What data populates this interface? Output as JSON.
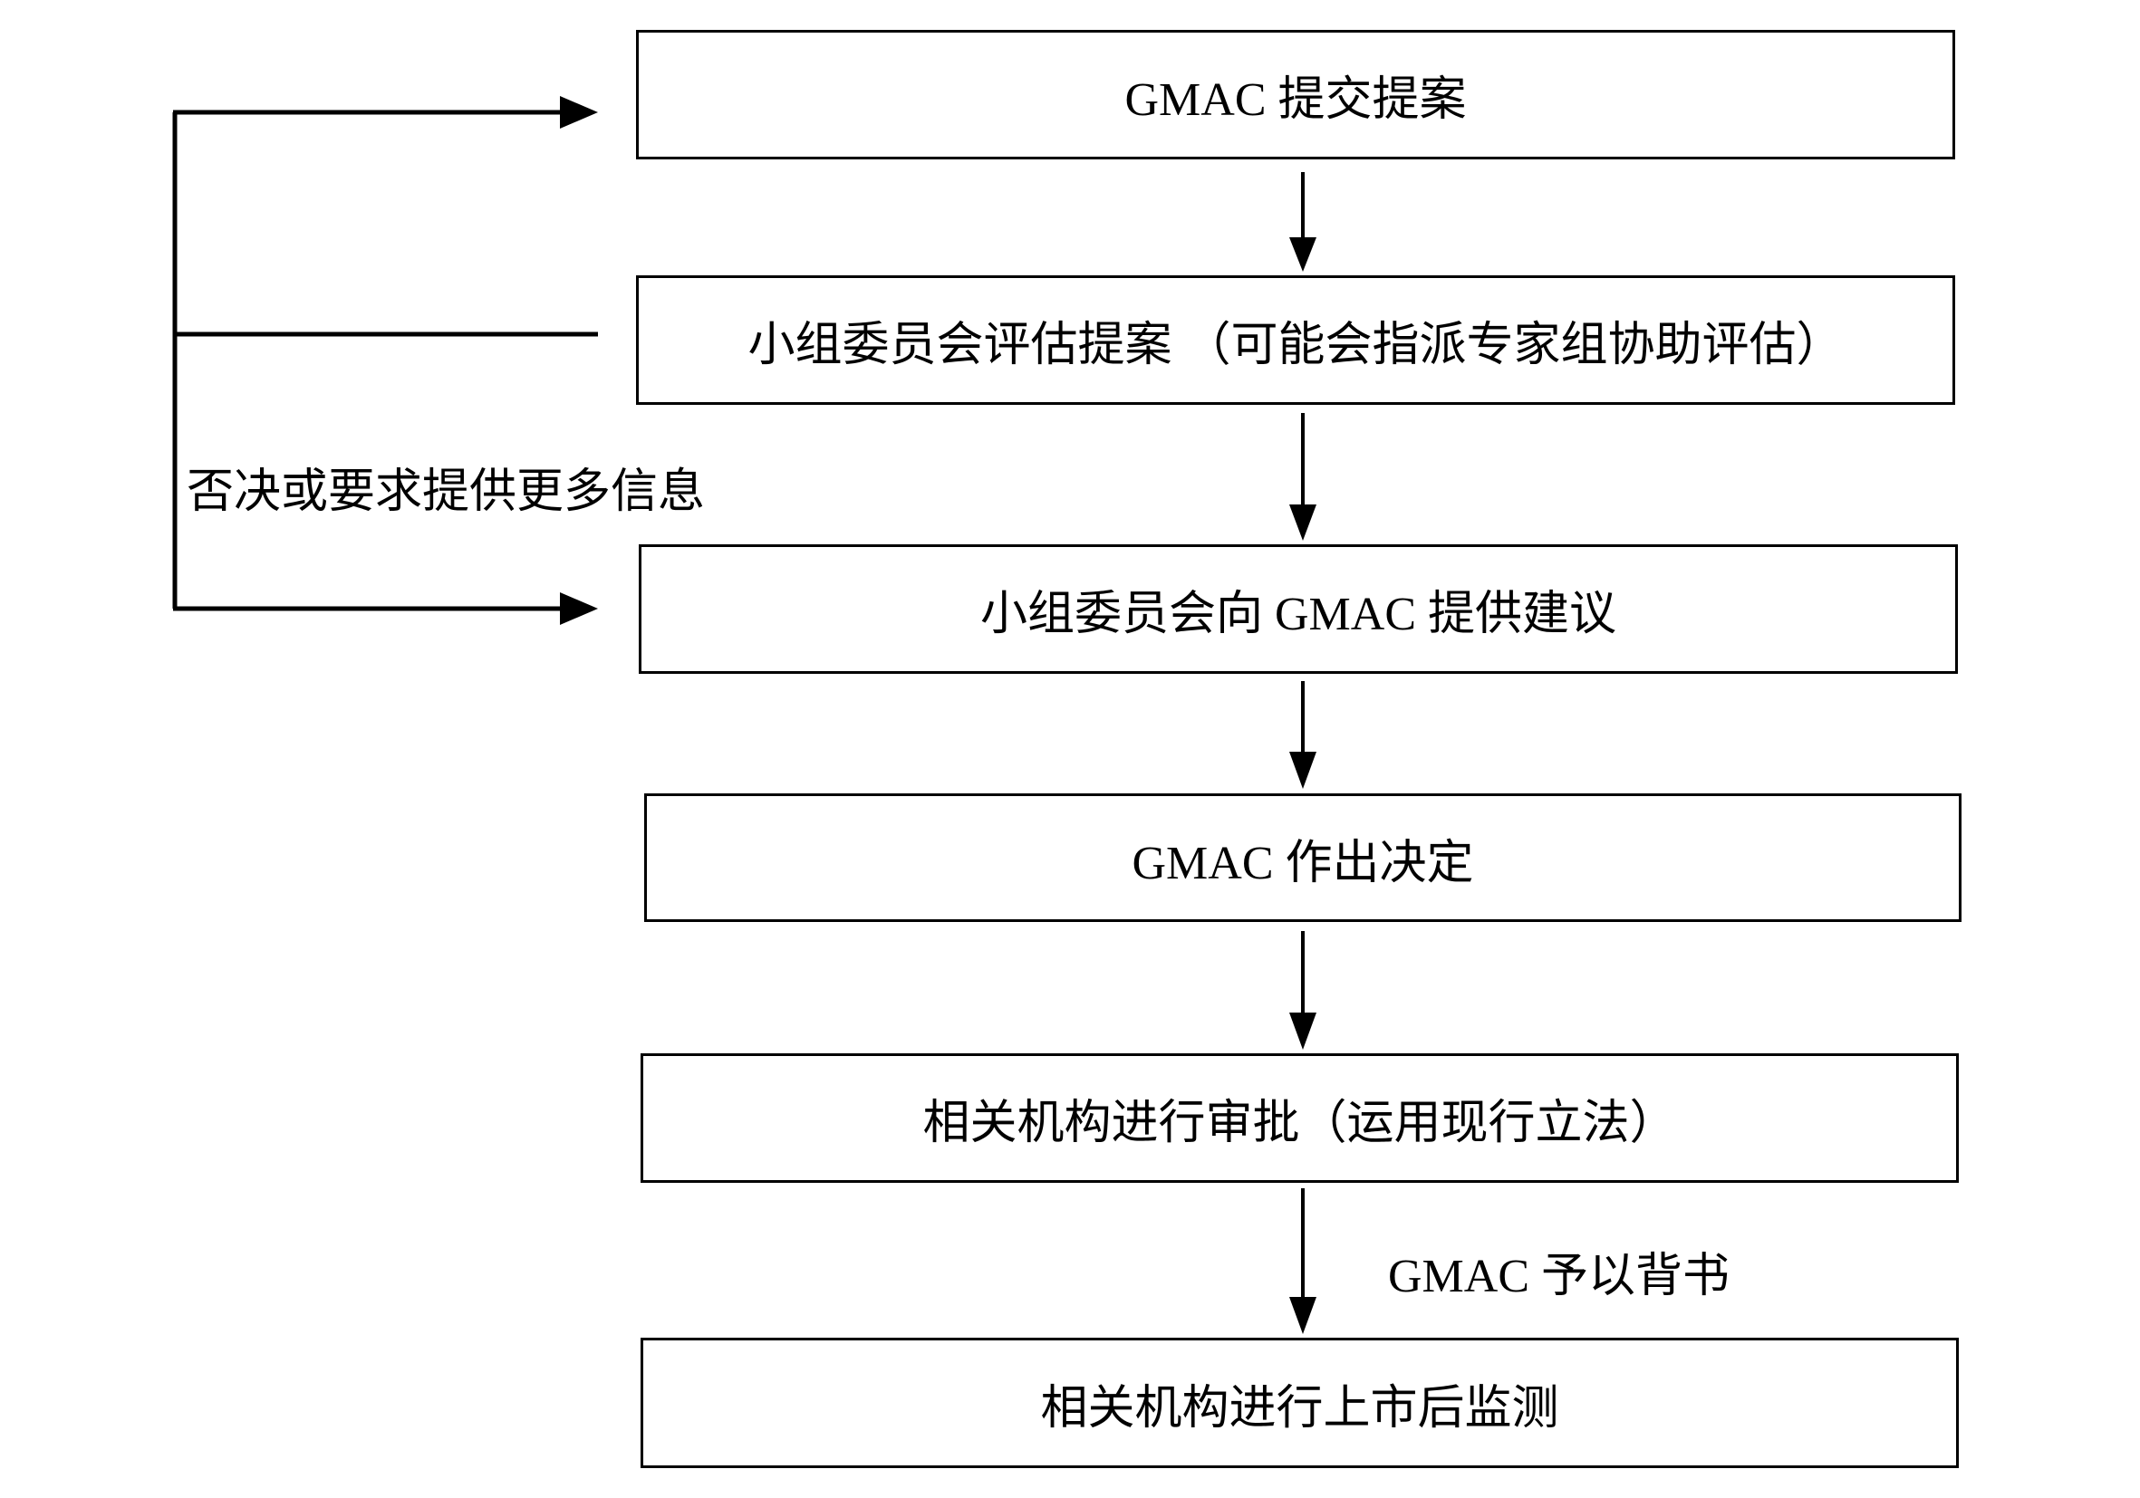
{
  "steps": [
    {
      "label": "GMAC 提交提案"
    },
    {
      "label": "小组委员会评估提案 （可能会指派专家组协助评估）"
    },
    {
      "label": "小组委员会向 GMAC 提供建议"
    },
    {
      "label": "GMAC 作出决定"
    },
    {
      "label": "相关机构进行审批（运用现行立法）"
    },
    {
      "label": "相关机构进行上市后监测"
    }
  ],
  "feedback_label": "否决或要求提供更多信息",
  "endorse_label": "GMAC 予以背书",
  "colors": {
    "line": "#000000",
    "background": "#ffffff"
  }
}
